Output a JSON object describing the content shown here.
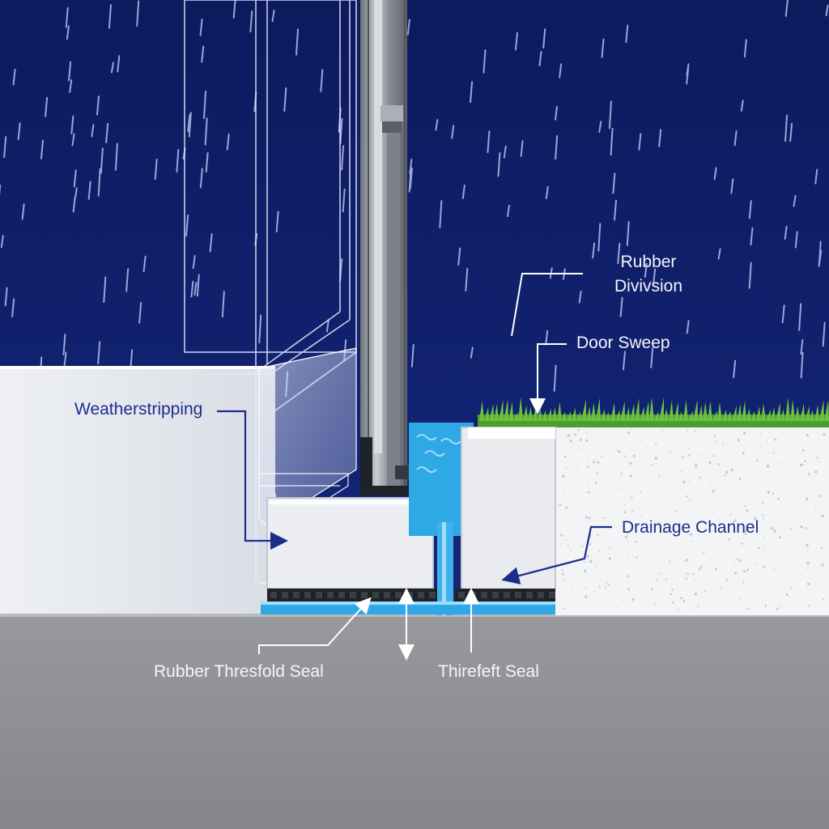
{
  "labels": {
    "rubber_division_line1": "Rubber",
    "rubber_division_line2": "Divivsion",
    "door_sweep": "Door Sweep",
    "weatherstripping": "Weatherstripping",
    "drainage_channel": "Drainage Channel",
    "rubber_threshold_seal": "Rubber Thresfold Seal",
    "threshold_seal": "Thirefeft Seal"
  },
  "colors": {
    "sky": "#0f1f6b",
    "rain": "#c9d3ff",
    "wall": "#e8ebf0",
    "floor": "#8e8f94",
    "water": "#2fa8e6",
    "gasket": "#1f2227",
    "frame": "#9aa0a8",
    "grass": "#5fb83a",
    "leader_dark": "#1c2d8c",
    "leader_light": "#ffffff"
  }
}
